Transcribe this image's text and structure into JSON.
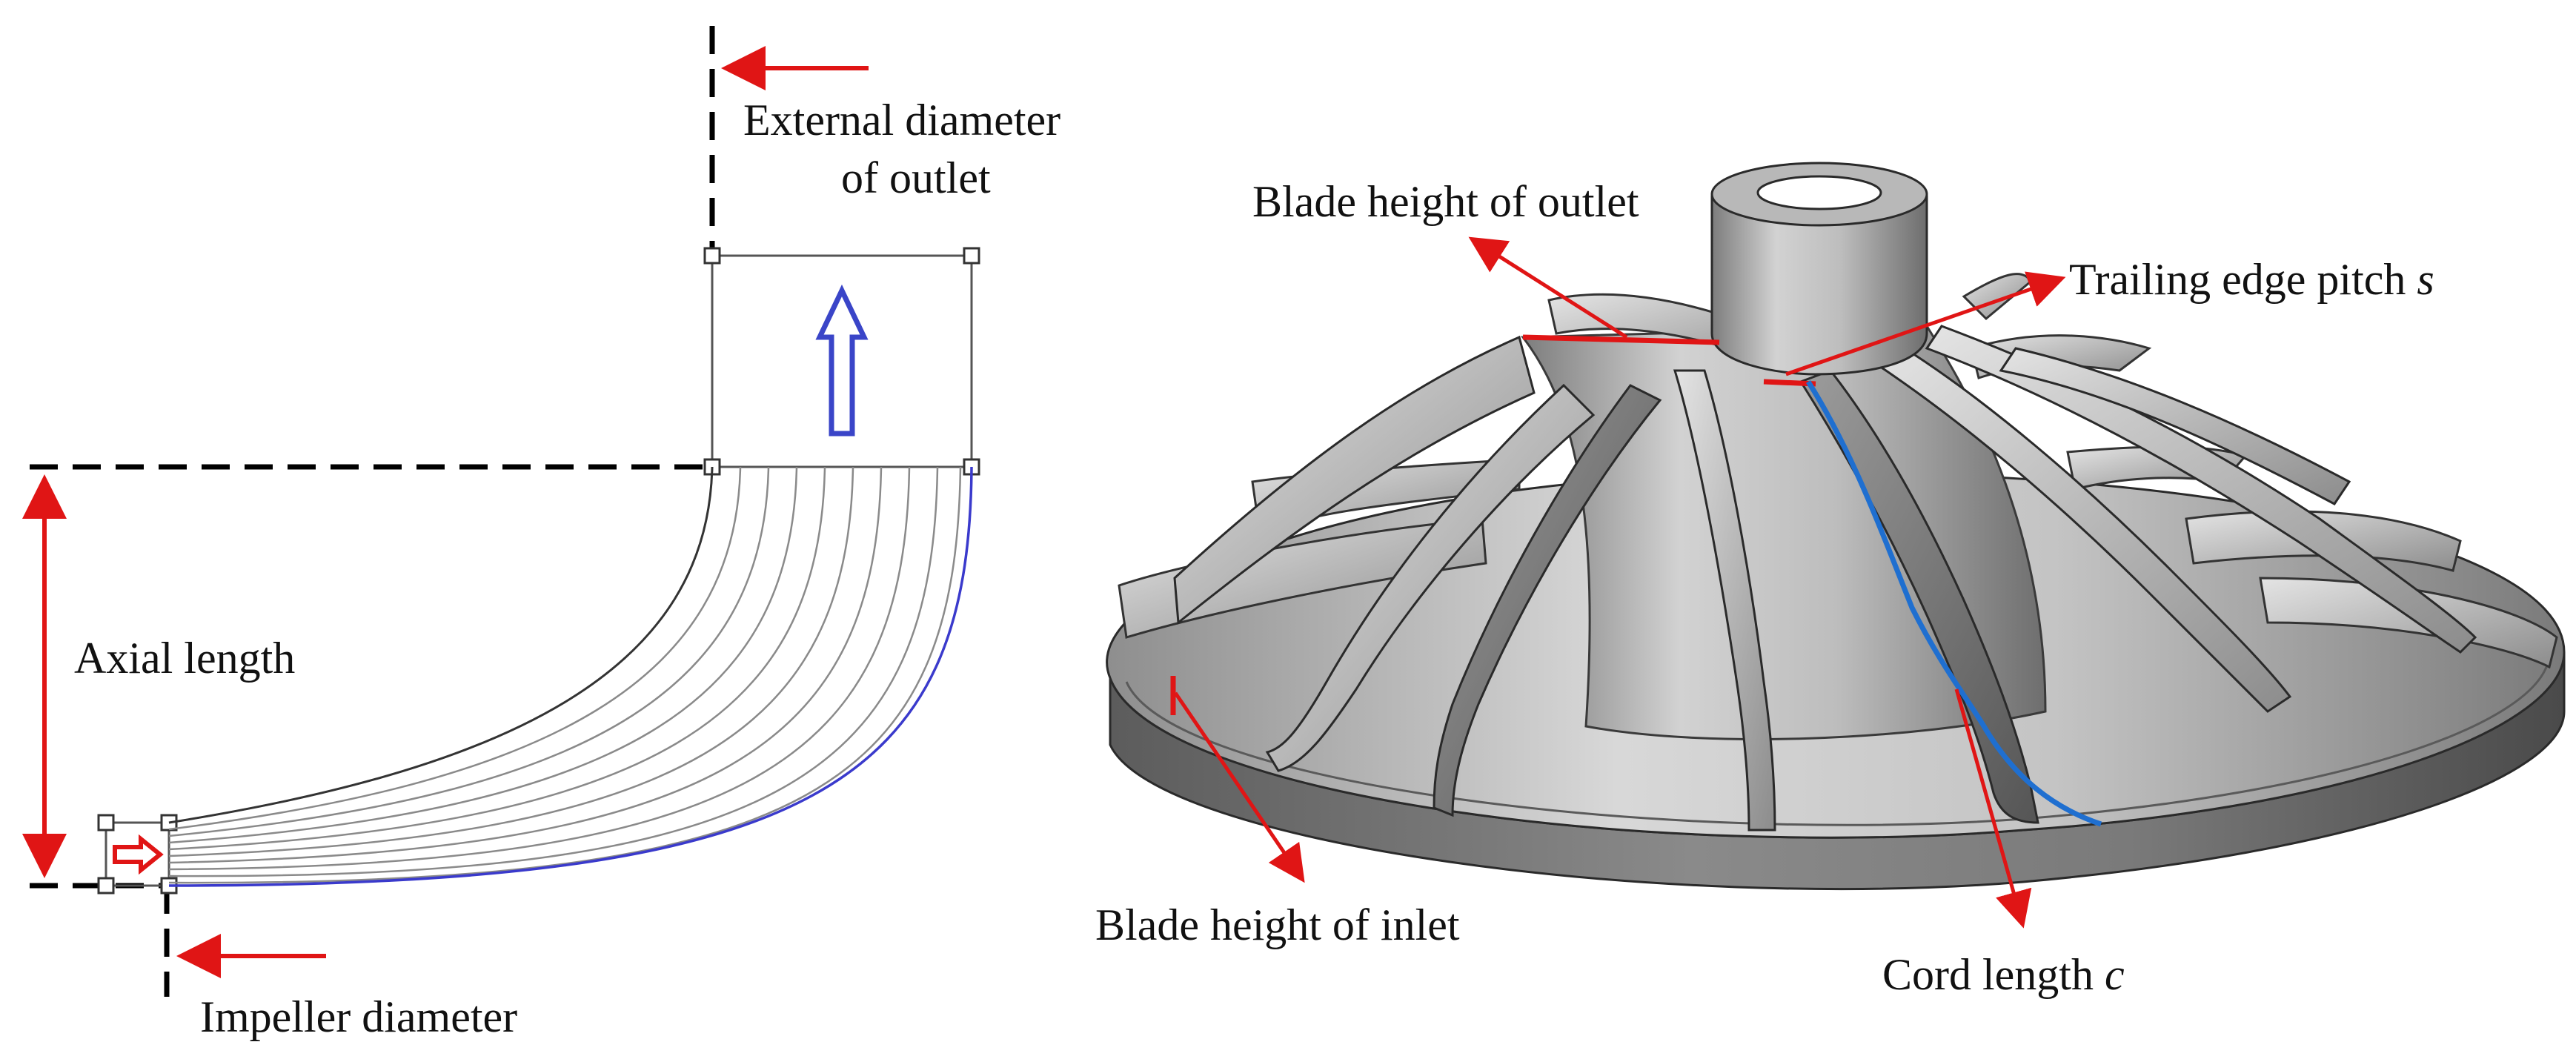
{
  "labels": {
    "external_diameter_line1": "External diameter",
    "external_diameter_line2": "of outlet",
    "axial_length": "Axial length",
    "impeller_diameter": "Impeller diameter",
    "blade_height_outlet": "Blade height of outlet",
    "trailing_edge_pitch": "Trailing edge pitch ",
    "trailing_edge_symbol": "s",
    "blade_height_inlet": "Blade height of inlet",
    "cord_length": "Cord length ",
    "cord_length_symbol": "c"
  },
  "colors": {
    "annotation_arrow": "#e01515",
    "flow_arrow": "#3a45c8",
    "shroud_line": "#3a3acc",
    "chord_line": "#1f6fd0",
    "meridional_lines": "#8a8a8a",
    "impeller_body": "#9a9a9a"
  }
}
